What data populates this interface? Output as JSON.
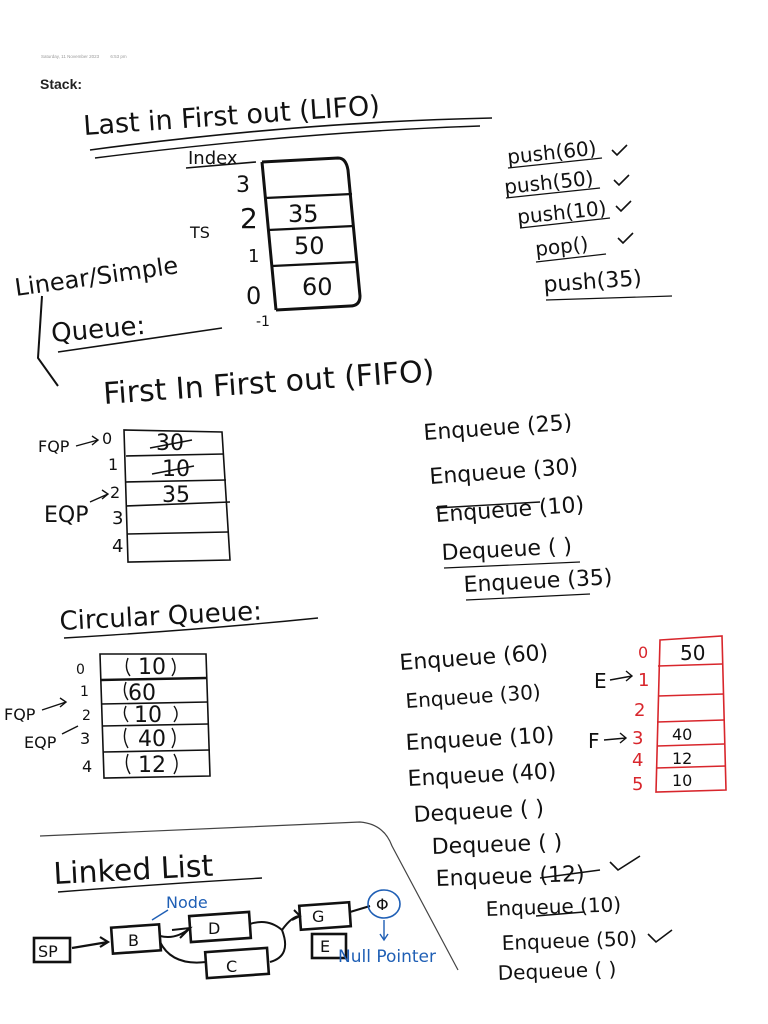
{
  "header": {
    "date": "Saturday, 11 November 2023",
    "time": "6:53 pm",
    "title": "Stack:"
  },
  "stack": {
    "lifo": "Last in First out (LIFO)",
    "index_label": "Index",
    "indices": [
      "3",
      "2",
      "1",
      "0",
      "-1"
    ],
    "cells": [
      "",
      "35",
      "50",
      "60"
    ],
    "top_label": "TS",
    "operations": [
      "push(60)",
      "push(50)",
      "push(10)",
      "pop()",
      "push(35)"
    ]
  },
  "linear_queue": {
    "title": "Linear/Simple",
    "subtitle": "Queue:",
    "fifo": "First In First out (FIFO)",
    "indices": [
      "0",
      "1",
      "2",
      "3",
      "4"
    ],
    "cells": [
      "30",
      "10",
      "35",
      "",
      ""
    ],
    "front_label": "FQP",
    "rear_label": "EQP",
    "operations": [
      "Enqueue (25)",
      "Enqueue (30)",
      "Enqueue (10)",
      "Dequeue ( )",
      "Enqueue (35)"
    ]
  },
  "circular_queue": {
    "title": "Circular Queue:",
    "indices": [
      "0",
      "1",
      "2",
      "3",
      "4"
    ],
    "cells": [
      "10",
      "60",
      "10",
      "40",
      "12"
    ],
    "front_label": "FQP",
    "rear_label": "EQP",
    "operations": [
      "Enqueue (60)",
      "Enqueue (30)",
      "Enqueue (10)",
      "Enqueue (40)",
      "Dequeue ( )",
      "Dequeue ( )",
      "Enqueue (12)",
      "Enqueue (10)",
      "Enqueue (50)",
      "Dequeue ( )"
    ],
    "array": {
      "indices": [
        "0",
        "1",
        "2",
        "3",
        "4",
        "5"
      ],
      "cells": [
        "50",
        "",
        "",
        "40",
        "12",
        "10"
      ],
      "e_pointer": "E",
      "f_pointer": "F"
    }
  },
  "linked_list": {
    "title": "Linked List",
    "start": "SP",
    "nodes": [
      "B",
      "D",
      "C",
      "G",
      "E"
    ],
    "node_label": "Node",
    "null_symbol": "Φ",
    "null_label": "Null Pointer"
  }
}
